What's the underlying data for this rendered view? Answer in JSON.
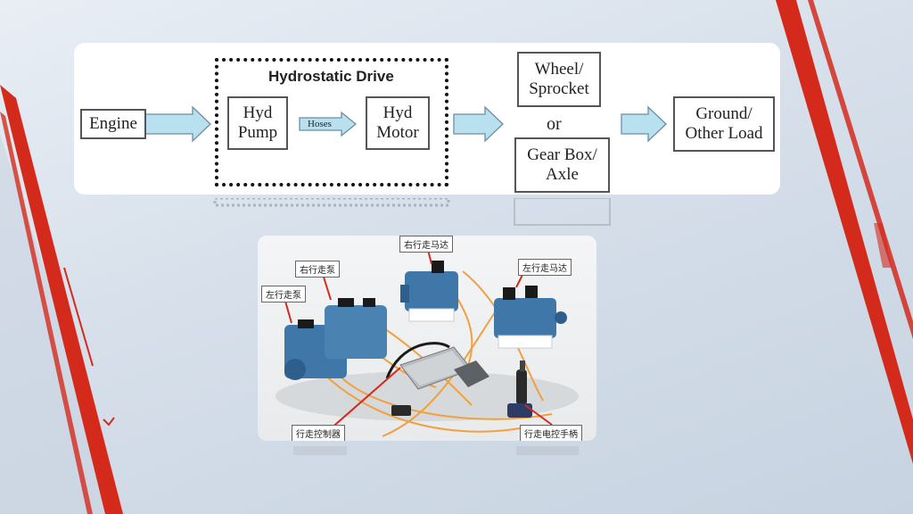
{
  "diagram": {
    "engine": "Engine",
    "drive_title": "Hydrostatic Drive",
    "hyd_pump": "Hyd\nPump",
    "hoses": "Hoses",
    "hyd_motor": "Hyd\nMotor",
    "wheel_sprocket": "Wheel/\nSprocket",
    "or": "or",
    "gear_box_axle": "Gear Box/\nAxle",
    "ground_load": "Ground/\nOther Load"
  },
  "photo": {
    "labels": {
      "right_motor": "右行走马达",
      "right_pump": "右行走泵",
      "left_motor": "左行走马达",
      "left_pump": "左行走泵",
      "controller": "行走控制器",
      "joystick": "行走电控手柄"
    }
  },
  "colors": {
    "accent_red": "#d42a1c",
    "pump_blue": "#3f77a8"
  }
}
